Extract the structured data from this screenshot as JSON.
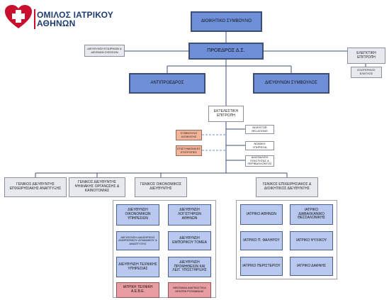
{
  "logo": {
    "line1": "ΟΜΙΛΟΣ ΙΑΤΡΙΚΟΥ",
    "line2": "ΑΘΗΝΩΝ",
    "brand_color": "#c8102e"
  },
  "nodes": {
    "board": "ΔΙΟΙΚΗΤΙΚΟ ΣΥΜΒΟΥΛΙΟ",
    "corporate_relations": "ΔΙΕΥΘΥΝΣΗ ΕΤΑΙΡΙΚΩΝ & ΔΙΕΘΝΩΝ ΣΧΕΣΕΩΝ",
    "chairman": "ΠΡΟΕΔΡΟΣ Δ.Σ.",
    "audit_committee": "ΕΛΕΓΚΤΙΚΗ ΕΠΙΤΡΟΠΗ",
    "internal_audit": "ΕΣΩΤΕΡΙΚΟΣ ΕΛΕΓΧΟΣ",
    "vice_chairman": "ΑΝΤΙΠΡΟΕΔΡΟΣ",
    "ceo": "ΔΙΕΥΘΥΝΩΝ ΣΥΜΒΟΥΛΟΣ",
    "executive_committee": "ΕΚΤΕΛΕΣΤΙΚΗ ΕΠΙΤΡΟΠΗ",
    "management_council": "ΣΥΜΒΟΥΛΙΟ ΔΙΟΙΚΗΣΗΣ",
    "scientific_committees": "ΕΠΙΣΤΗΜΟΝΙΚΕΣ ΕΠΙΤΡΟΠΕΣ",
    "investor_relations": "INVESTOR RELATIONS",
    "legal_service": "ΝΟΜΙΚΗ ΥΠΗΡΕΣΙΑ",
    "quality_assurance": "ΔΙΑΣΦΑΛΙΣΗ ΠΟΙΟΤΗΤΑΣ & ΠΕΡΙΒΑΛΛΟΝΤΟΣ",
    "gm_business_dev": "ΓΕΝΙΚΟΣ ΔΙΕΥΘΥΝΤΗΣ ΕΠΙΧΕΙΡΗΣΙΑΚΗΣ ΑΝΑΠΤΥΞΗΣ",
    "gm_digital": "ΓΕΝΙΚΟΣ ΔΙΕΥΘΥΝΤΗΣ ΨΗΦΙΑΚΗΣ ΟΡΓΑΝΩΣΗΣ & ΚΑΙΝΟΤΟΜΙΑΣ",
    "gm_finance": "ΓΕΝΙΚΟΣ ΟΙΚΟΝΟΜΙΚΟΣ ΔΙΕΥΘΥΝΤΗΣ",
    "gm_operations": "ΓΕΝΙΚΟΣ ΕΠΙΧΕΙΡΗΣΙΑΚΟΣ & ΔΙΟΙΚΗΤΙΚΟΣ ΔΙΕΥΘΥΝΤΗΣ",
    "fin_services": "ΔΙΕΥΘΥΝΣΗ ΟΙΚΟΝΟΜΙΚΩΝ ΥΠΗΡΕΣΙΩΝ",
    "accounting_athens": "ΔΙΕΥΘΥΝΣΗ ΛΟΓΙΣΤΗΡΙΩΝ ΑΘΗΝΩΝ",
    "hr": "ΔΙΕΥΘΥΝΣΗ ΔΙΑΧΕΙΡΙΣΗΣ ΑΝΘΡΩΠΙΝΟΥ ΔΥΝΑΜΙΚΟΥ & ΑΝΑΠΤΥΞΗΣ",
    "commercial": "ΔΙΕΥΘΥΝΣΗ ΕΜΠΟΡΙΚΟΥ ΤΟΜΕΑ",
    "technical": "ΔΙΕΥΘΥΝΣΗ ΤΕΧΝΙΚΗΣ ΥΠΗΡΕΣΙΑΣ",
    "procurement": "ΔΙΕΥΘΥΝΣΗ ΠΡΟΜΗΘΕΙΩΝ ΚΑΙ ΛΕΙΤ. ΥΠΟΣΤΗΡΙΞΗΣ",
    "iatriki_tech": "ΙΑΤΡΙΚΗ ΤΕΧΝΙΚΗ Α.Ε.Β.Ε.",
    "medsana": "MEDSANA ΔΙΑΓΝΩΣΤΙΚΑ ΚΕΝΤΡΑ ΡΟΥΜΑΝΙΑΣ",
    "hosp_athens": "ΙΑΤΡΙΚΟ ΑΘΗΝΩΝ",
    "hosp_thessaloniki": "ΙΑΤΡΙΚΟ ΔΙΑΒΑΛΚΑΝΙΚΟ ΘΕΣΣΑΛΟΝΙΚΗΣ",
    "hosp_faliro": "ΙΑΤΡΙΚΟ Π. ΦΑΛΗΡΟΥ",
    "hosp_psychiko": "ΙΑΤΡΙΚΟ ΨΥΧΙΚΟΥ",
    "hosp_peristeri": "ΙΑΤΡΙΚΟ ΠΕΡΙΣΤΕΡΙΟΥ",
    "hosp_dafni": "ΙΑΤΡΙΚΟ ΔΑΦΝΗΣ"
  },
  "colors": {
    "primary_box": "#6f8fd8",
    "sub_box": "#b8c8ef",
    "advisory_box": "#f2b49a",
    "subsidiary_box": "#e79da2",
    "connector": "#3d4f77",
    "dashed_connector": "#6f8fd8"
  }
}
